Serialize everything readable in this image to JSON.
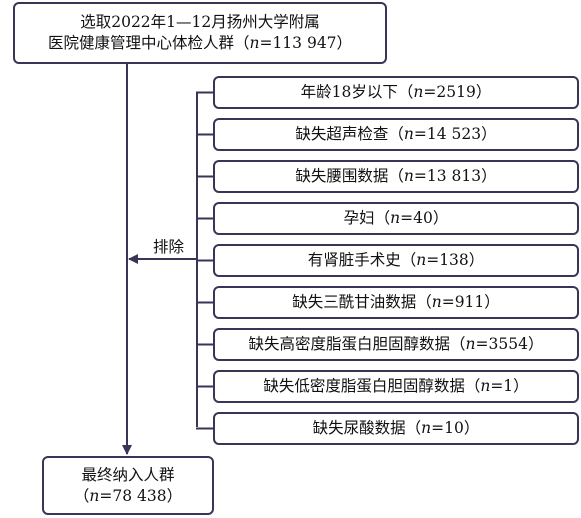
{
  "top": {
    "line1": "选取2022年1—12月扬州大学附属",
    "line2_pre": "医院健康管理中心体检人群（",
    "n_italic": "n",
    "line2_post": "=113 947）"
  },
  "exclude_label": "排除",
  "exclusions": [
    {
      "pre": "年龄18岁以下（",
      "n": "n",
      "post": "=2519）"
    },
    {
      "pre": "缺失超声检查（",
      "n": "n",
      "post": "=14 523）"
    },
    {
      "pre": "缺失腰围数据（",
      "n": "n",
      "post": "=13 813）"
    },
    {
      "pre": "孕妇（",
      "n": "n",
      "post": "=40）"
    },
    {
      "pre": "有肾脏手术史（",
      "n": "n",
      "post": "=138）"
    },
    {
      "pre": "缺失三酰甘油数据（",
      "n": "n",
      "post": "=911）"
    },
    {
      "pre": "缺失高密度脂蛋白胆固醇数据（",
      "n": "n",
      "post": "=3554）"
    },
    {
      "pre": "缺失低密度脂蛋白胆固醇数据（",
      "n": "n",
      "post": "=1）"
    },
    {
      "pre": "缺失尿酸数据（",
      "n": "n",
      "post": "=10）"
    }
  ],
  "bottom": {
    "line1": "最终纳入人群",
    "line2_pre": "（",
    "n_italic": "n",
    "line2_post": "=78 438）"
  },
  "colors": {
    "stroke": "#3a3556",
    "text": "#111111"
  }
}
